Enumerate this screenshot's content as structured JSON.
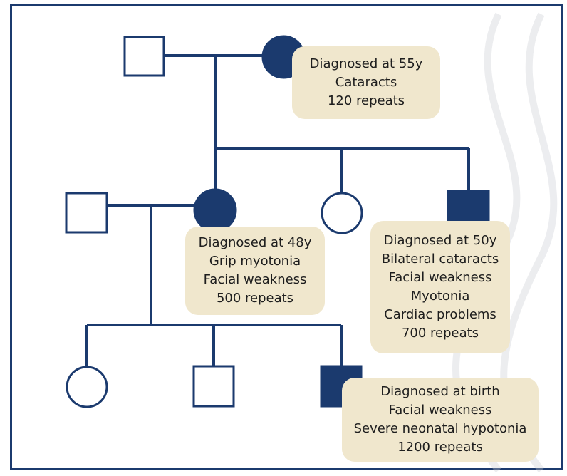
{
  "notes": {
    "grandmother": [
      "Diagnosed at 55y",
      "Cataracts",
      "120 repeats"
    ],
    "mother": [
      "Diagnosed at 48y",
      "Grip myotonia",
      "Facial weakness",
      "500 repeats"
    ],
    "uncle": [
      "Diagnosed at 50y",
      "Bilateral cataracts",
      "Facial weakness",
      "Myotonia",
      "Cardiac problems",
      "700 repeats"
    ],
    "child": [
      "Diagnosed at birth",
      "Facial weakness",
      "Severe neonatal hypotonia",
      "1200 repeats"
    ]
  },
  "colors": {
    "line": "#1b3a6e",
    "note_bg": "#f0e7cd",
    "watermark": "#c9ccd3"
  }
}
